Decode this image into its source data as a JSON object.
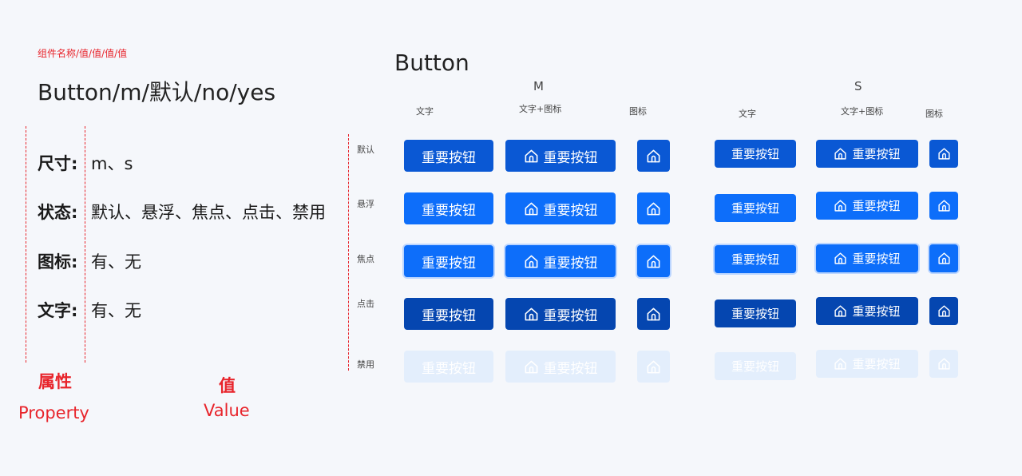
{
  "naming_rule": "组件名称/值/值/值/值",
  "example_name": "Button/m/默认/no/yes",
  "properties": [
    {
      "key": "尺寸:",
      "value": "m、s"
    },
    {
      "key": "状态:",
      "value": "默认、悬浮、焦点、点击、禁用"
    },
    {
      "key": "图标:",
      "value": "有、无"
    },
    {
      "key": "文字:",
      "value": "有、无"
    }
  ],
  "legend": {
    "property_cn": "属性",
    "property_en": "Property",
    "value_cn": "值",
    "value_en": "Value"
  },
  "component_title": "Button",
  "sizes": {
    "m": "M",
    "s": "S"
  },
  "columns": {
    "text": "文字",
    "text_icon": "文字+图标",
    "icon": "图标"
  },
  "states": [
    "默认",
    "悬浮",
    "焦点",
    "点击",
    "禁用"
  ],
  "button_label": "重要按钮",
  "icon_name": "home-icon",
  "colors": {
    "default": "#0a58d4",
    "hover": "#0d6efa",
    "focus": "#0d6efa",
    "focus_ring": "#bcd6ff",
    "pressed": "#0546b0",
    "disabled": "#e3eefc",
    "annotation_red": "#e8242b"
  }
}
